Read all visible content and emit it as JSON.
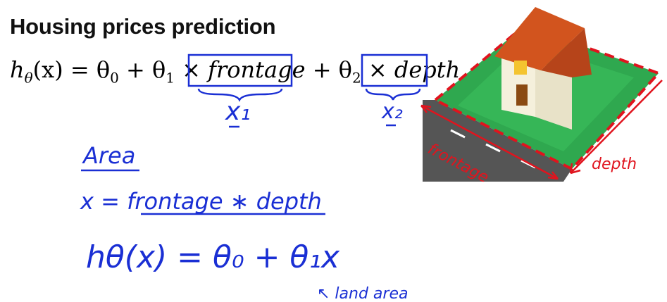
{
  "slide": {
    "title": "Housing prices prediction",
    "formula": {
      "lhs": "h",
      "lhs_sub": "θ",
      "lhs_arg": "(x) = ",
      "t0": "θ",
      "t0_sub": "0",
      "plus1": " + ",
      "t1": "θ",
      "t1_sub": "1",
      "times1": " × ",
      "feature1": "frontage",
      "plus2": " + ",
      "t2": "θ",
      "t2_sub": "2",
      "times2": " × ",
      "feature2": "depth"
    }
  },
  "handwriting": {
    "x1_label": "x₁",
    "x2_label": "x₂",
    "area_heading": "Area",
    "area_def": "x = frontage ∗ depth",
    "new_hypothesis": "hθ(x) = θ₀ + θ₁x",
    "note": "↖ land area",
    "frontage_label": "frontage",
    "depth_label": "depth"
  },
  "colors": {
    "ink_blue": "#1a2fd4",
    "ink_red": "#e0141e",
    "lawn": "#2fa84f",
    "roof": "#d2541e",
    "road": "#555555"
  }
}
